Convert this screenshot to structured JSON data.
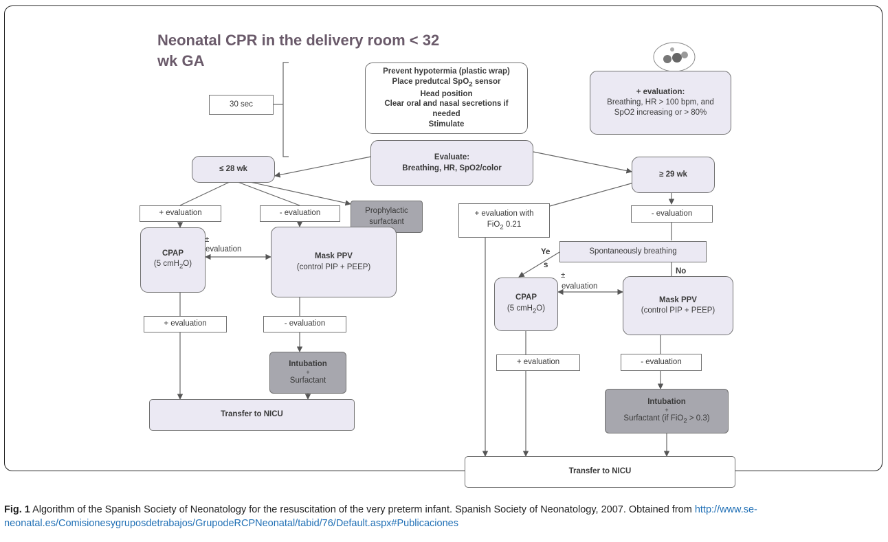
{
  "title": "Neonatal CPR in the delivery room < 32 wk GA",
  "time_box": "30 sec",
  "initial_steps": {
    "l1": "Prevent hypotermia (plastic wrap)",
    "l2a": "Place predutcal SpO",
    "l2sub": "2",
    "l2b": " sensor",
    "l3": "Head position",
    "l4": "Clear oral and nasal secretions if needed",
    "l5": "Stimulate"
  },
  "positive_box": {
    "heading": "+ evaluation:",
    "body": "Breathing, HR > 100 bpm, and SpO2 increasing or > 80%"
  },
  "evaluate": {
    "heading": "Evaluate:",
    "body": "Breathing, HR, SpO2/color"
  },
  "left": {
    "ga": "≤ 28 wk",
    "pos_eval": "+ evaluation",
    "neg_eval": "- evaluation",
    "prophylactic": "Prophylactic surfactant",
    "pm_eval": "±",
    "pm_eval_word": "evaluation",
    "cpap": "CPAP",
    "cpap_a": "(5 cmH",
    "cpap_sub": "2",
    "cpap_b": "O)",
    "mask": "Mask PPV",
    "mask_sub": "(control PIP + PEEP)",
    "pos_eval2": "+ evaluation",
    "neg_eval2": "- evaluation",
    "intubation": "Intubation",
    "plus": "+",
    "surfactant": "Surfactant",
    "transfer": "Transfer to NICU"
  },
  "right": {
    "ga": "≥ 29 wk",
    "pos_eval_fio2_a": "+ evaluation with",
    "pos_eval_fio2_b": "FiO",
    "pos_eval_fio2_sub": "2",
    "pos_eval_fio2_c": " 0.21",
    "neg_eval": "- evaluation",
    "spont": "Spontaneously breathing",
    "yes_a": "Ye",
    "yes_b": "s",
    "no": "No",
    "pm_eval": "±",
    "pm_eval_word": "evaluation",
    "cpap": "CPAP",
    "cpap_a": "(5 cmH",
    "cpap_sub": "2",
    "cpap_b": "O)",
    "mask": "Mask PPV",
    "mask_sub": "(control PIP + PEEP)",
    "pos_eval2": "+ evaluation",
    "neg_eval2": "- evaluation",
    "intubation": "Intubation",
    "plus": "+",
    "surf_a": "Surfactant (if FiO",
    "surf_sub": "2",
    "surf_b": " > 0.3)",
    "transfer": "Transfer to NICU"
  },
  "caption": {
    "fig": "Fig. 1",
    "text": " Algorithm of the Spanish Society of Neonatology for the resuscitation of the very preterm infant. Spanish Society of Neonatology, 2007. Obtained from ",
    "link": "http://www.se-neonatal.es/Comisionesygruposdetrabajos/GrupodeRCPNeonatal/tabid/76/Default.aspx#Publicaciones"
  }
}
